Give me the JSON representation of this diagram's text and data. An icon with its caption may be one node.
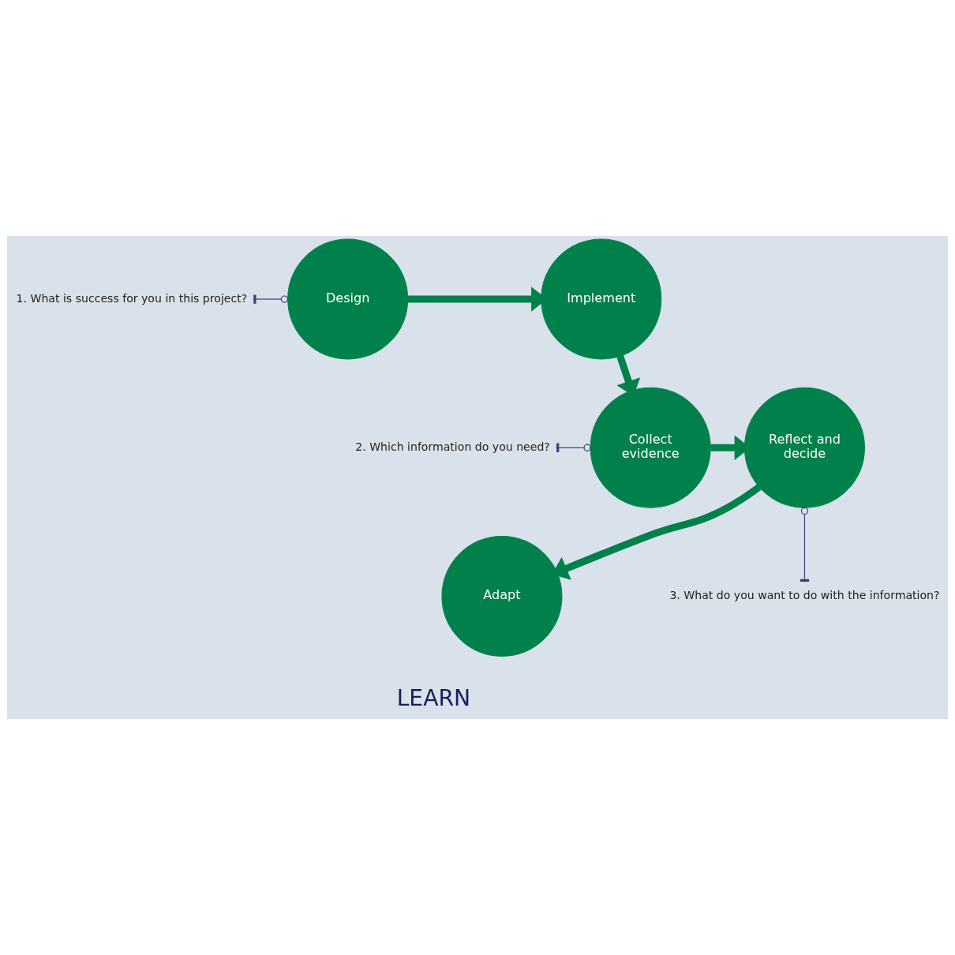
{
  "diagram": {
    "nodes": [
      {
        "text": [
          "Design"
        ]
      },
      {
        "text": [
          "Implement"
        ]
      },
      {
        "text": [
          "Collect evidence"
        ]
      },
      {
        "text": [
          "Reflect and decide"
        ]
      },
      {
        "text": [
          "Adapt"
        ]
      },
      {
        "text": [
          "1. What is success for you in this project?"
        ]
      },
      {
        "text": [
          "2. Which information do you need?"
        ]
      },
      {
        "text": [
          "3. What do you want to do with the information?"
        ]
      }
    ],
    "edges": [
      {
        "from": 0,
        "to": 1,
        "arrow": "to"
      },
      {
        "from": 1,
        "to": 2,
        "arrow": "to"
      },
      {
        "from": 2,
        "to": 3,
        "arrow": "to"
      },
      {
        "from": 3,
        "to": 4,
        "arrow": "to"
      },
      {
        "from": 5,
        "to": 0,
        "arrow": "other",
        "color": "#3b3f78"
      },
      {
        "from": 6,
        "to": 2,
        "arrow": "other",
        "color": "#3b3f78"
      },
      {
        "from": 7,
        "to": 3,
        "arrow": "other",
        "color": "#3b3f78"
      }
    ],
    "labels": [
      "LEARN"
    ]
  }
}
